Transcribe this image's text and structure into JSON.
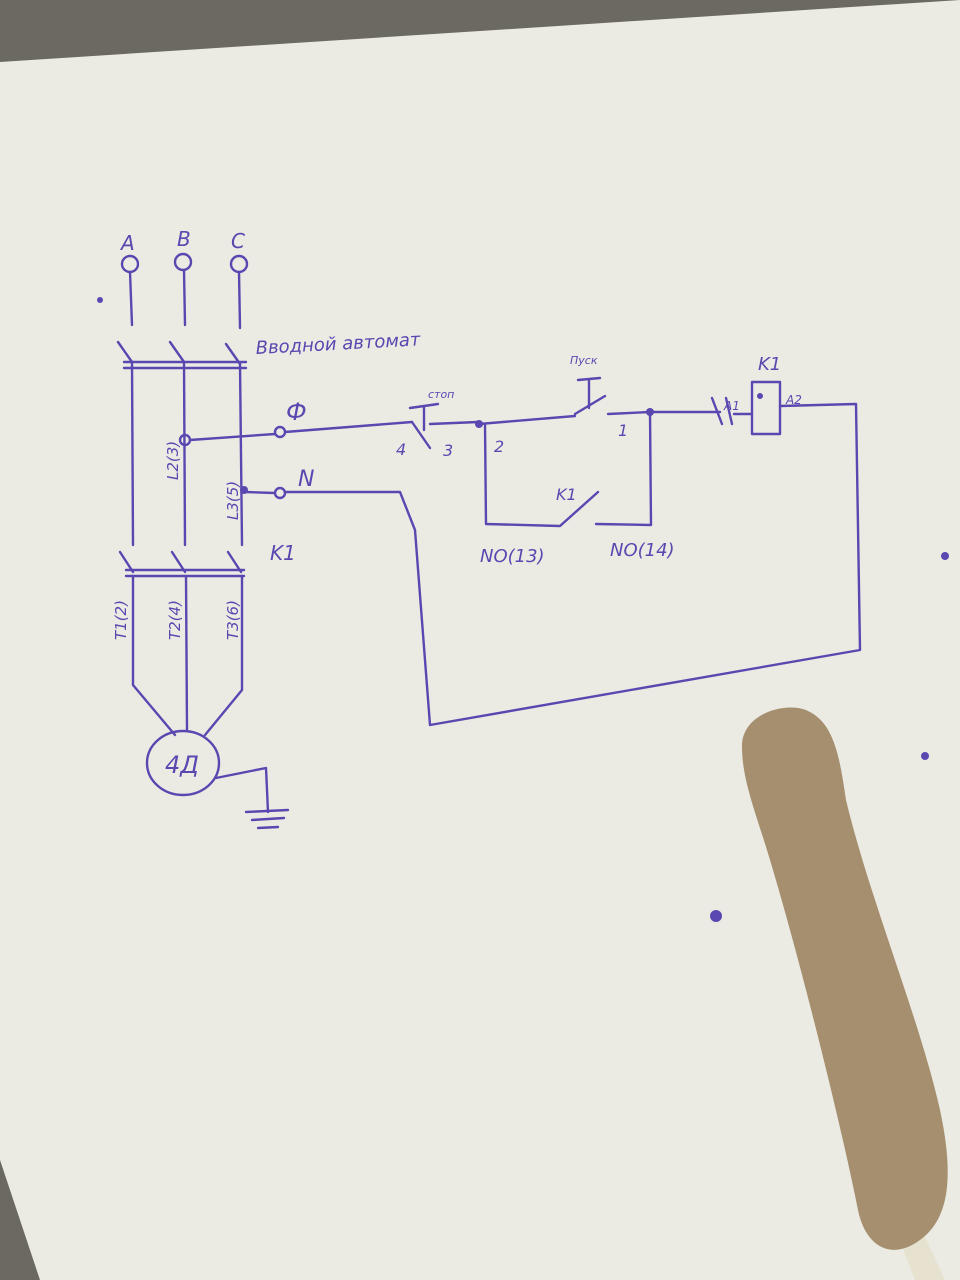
{
  "colors": {
    "paper": "#ebebe4",
    "ink": "#5a47b0",
    "background": "#6b6960",
    "screwdriver_handle": "#a58f6e",
    "screwdriver_shaft": "#e7e2cf"
  },
  "supply": {
    "phase_a": "A",
    "phase_b": "B",
    "phase_c": "C"
  },
  "breaker": {
    "label": "Вводной автомат",
    "terminal_l2": "L2(3)",
    "terminal_l3": "L3(5)"
  },
  "contactor_main": {
    "label": "K1",
    "terminal_t1": "T1(2)",
    "terminal_t2": "T2(4)",
    "terminal_t3": "T3(6)"
  },
  "motor": {
    "label": "4Д"
  },
  "control": {
    "phase_label": "Ф",
    "neutral_label": "N",
    "stop_label": "стоп",
    "start_label": "Пуск",
    "node_4": "4",
    "node_3": "3",
    "node_2": "2",
    "node_1": "1",
    "aux_contact_label": "K1",
    "no13": "NO(13)",
    "no14": "NO(14)",
    "coil_label": "K1",
    "a1": "A1",
    "a2": "A2"
  }
}
